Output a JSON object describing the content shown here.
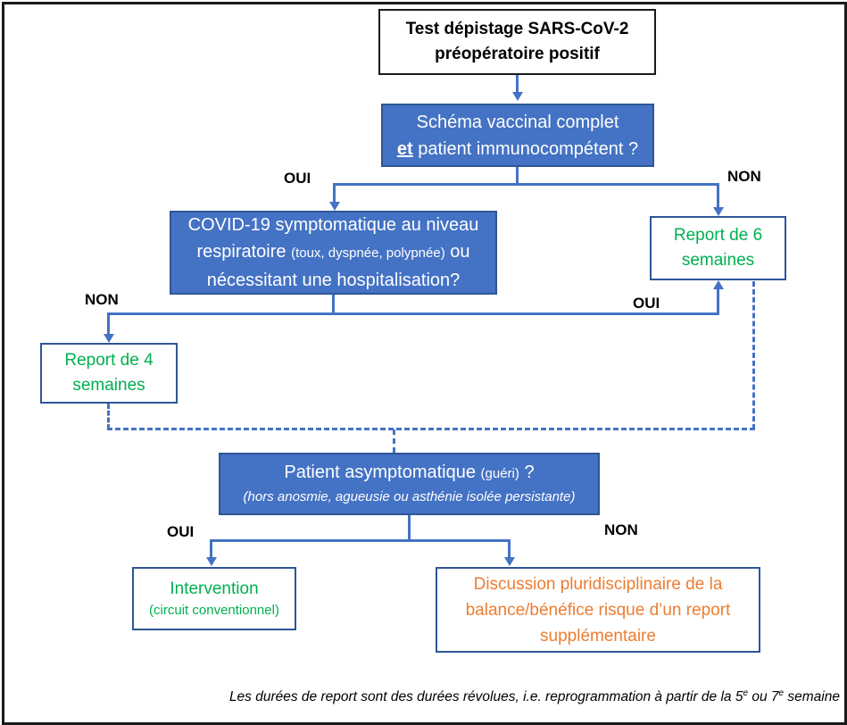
{
  "colors": {
    "box_blue": "#4472C4",
    "box_blue_border": "#2F5597",
    "connector_blue": "#4472C4",
    "green": "#00B050",
    "orange": "#ED7D31",
    "frame_black": "#1a1a1a"
  },
  "nodes": {
    "start": {
      "line1": "Test dépistage SARS-CoV-2",
      "line2": "préopératoire positif"
    },
    "vaccine": {
      "line1": "Schéma vaccinal complet",
      "et": "et",
      "line2_rest": " patient immunocompétent ?"
    },
    "covid": {
      "line1": "COVID-19 symptomatique au niveau",
      "line2_a": "respiratoire ",
      "line2_small": "(toux, dyspnée, polypnée)",
      "line2_b": " ou",
      "line3": "nécessitant une hospitalisation?"
    },
    "report6": {
      "line1": "Report de 6",
      "line2": "semaines"
    },
    "report4": {
      "line1": "Report de 4",
      "line2": "semaines"
    },
    "asympto": {
      "line1_a": "Patient asymptomatique ",
      "line1_small": "(guéri)",
      "line1_b": " ?",
      "line2": "(hors anosmie, agueusie ou asthénie isolée persistante)"
    },
    "intervention": {
      "line1": "Intervention",
      "line2": "(circuit conventionnel)"
    },
    "discussion": {
      "line1": "Discussion pluridisciplinaire de la",
      "line2": "balance/bénéfice risque d’un report",
      "line3": "supplémentaire"
    }
  },
  "branch_labels": {
    "vaccine_yes": "OUI",
    "vaccine_no": "NON",
    "covid_no": "NON",
    "covid_yes": "OUI",
    "asympto_yes": "OUI",
    "asympto_no": "NON"
  },
  "footer": {
    "part1": "Les durées de report sont des durées révolues, i.e. reprogrammation à partir de la 5",
    "sup1": "e",
    "part2": " ou 7",
    "sup2": "e",
    "part3": " semaine"
  }
}
